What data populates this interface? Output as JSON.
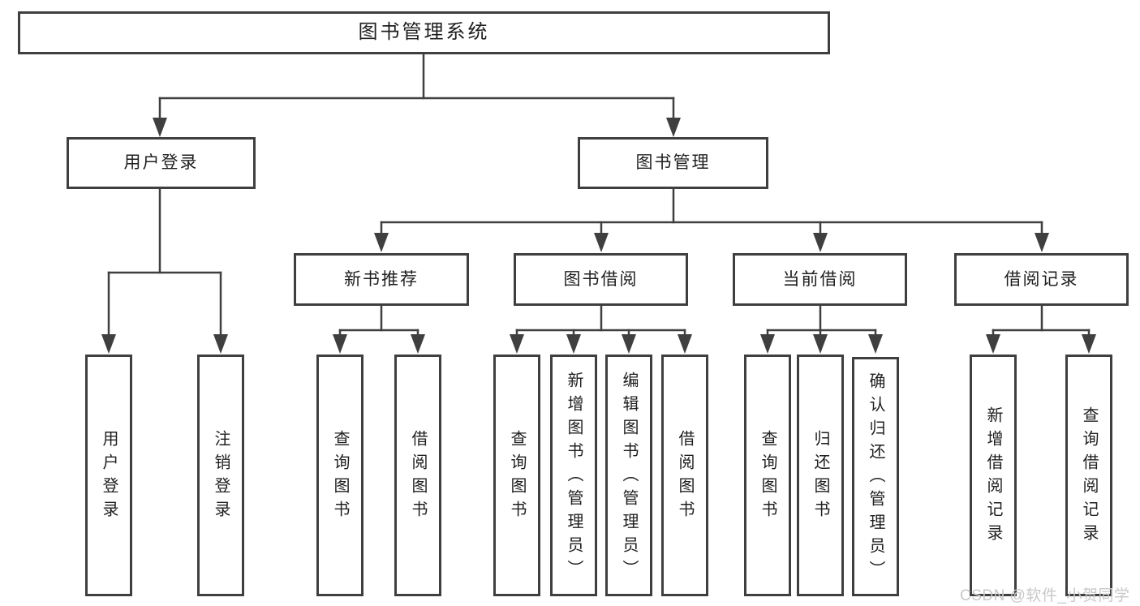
{
  "diagram_type": "hierarchy-tree",
  "colors": {
    "line": "#3f3f3f",
    "text": "#1f1f1f",
    "background": "#ffffff",
    "watermark": "#c8c8c8"
  },
  "tree": {
    "label": "图书管理系统",
    "children": [
      {
        "label": "用户登录",
        "children": [
          {
            "label": "用户登录"
          },
          {
            "label": "注销登录"
          }
        ]
      },
      {
        "label": "图书管理",
        "children": [
          {
            "label": "新书推荐",
            "children": [
              {
                "label": "查询图书"
              },
              {
                "label": "借阅图书"
              }
            ]
          },
          {
            "label": "图书借阅",
            "children": [
              {
                "label": "查询图书"
              },
              {
                "label": "新增图书（管理员）"
              },
              {
                "label": "编辑图书（管理员）"
              },
              {
                "label": "借阅图书"
              }
            ]
          },
          {
            "label": "当前借阅",
            "children": [
              {
                "label": "查询图书"
              },
              {
                "label": "归还图书"
              },
              {
                "label": "确认归还（管理员）"
              }
            ]
          },
          {
            "label": "借阅记录",
            "children": [
              {
                "label": "新增借阅记录"
              },
              {
                "label": "查询借阅记录"
              }
            ]
          }
        ]
      }
    ]
  },
  "watermark": {
    "text": "CSDN @软件_小贺同学"
  }
}
